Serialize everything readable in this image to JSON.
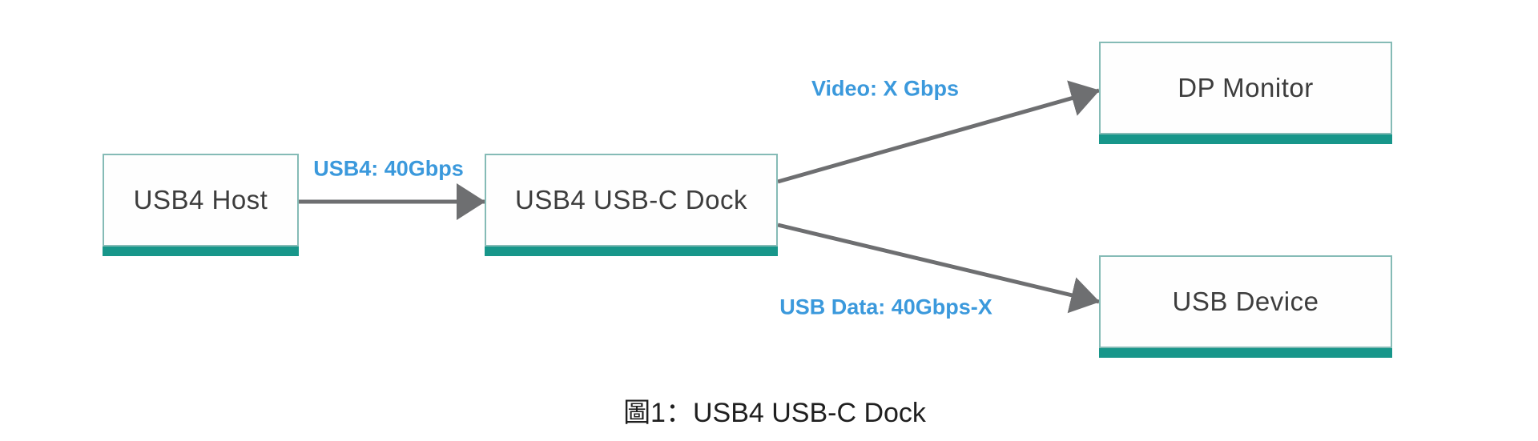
{
  "diagram": {
    "caption": "圖1：USB4 USB-C Dock",
    "nodes": [
      {
        "id": "usb4-host",
        "label": "USB4 Host"
      },
      {
        "id": "usb4-usbc-dock",
        "label": "USB4 USB-C Dock"
      },
      {
        "id": "dp-monitor",
        "label": "DP Monitor"
      },
      {
        "id": "usb-device",
        "label": "USB Device"
      }
    ],
    "edges": [
      {
        "from": "usb4-host",
        "to": "usb4-usbc-dock",
        "label": "USB4: 40Gbps"
      },
      {
        "from": "usb4-usbc-dock",
        "to": "dp-monitor",
        "label": "Video: X Gbps"
      },
      {
        "from": "usb4-usbc-dock",
        "to": "usb-device",
        "label": "USB Data: 40Gbps-X"
      }
    ],
    "colors": {
      "box_border": "#85bbb6",
      "box_underline": "#17968a",
      "arrow": "#6e6f71",
      "edge_label": "#3b99dc",
      "node_text": "#3d3d3d",
      "caption_text": "#1f1f1f"
    }
  }
}
